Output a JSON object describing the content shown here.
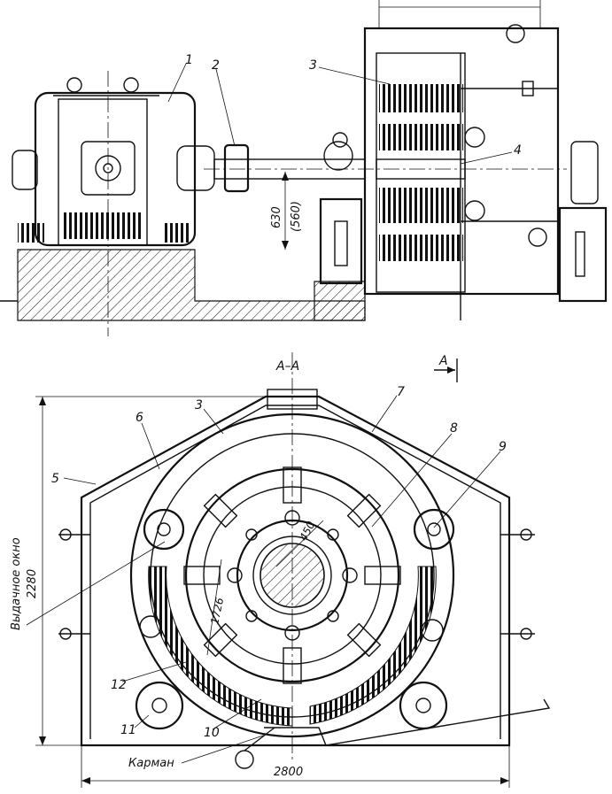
{
  "upper_view": {
    "callouts": [
      "1",
      "2",
      "3",
      "4"
    ],
    "dimension_shaft_height": "630",
    "dimension_shaft_height_alt": "(560)"
  },
  "section_view": {
    "section_title": "А–А",
    "section_arrow_label": "А",
    "callouts": [
      "3",
      "5",
      "6",
      "7",
      "8",
      "9",
      "10",
      "11",
      "12"
    ],
    "dimension_rotor_inner": "450",
    "dimension_rotor_outer": "1726",
    "dimension_height": "2280",
    "dimension_height_label": "Выдачное окно",
    "dimension_width": "2800",
    "pocket_label": "Карман"
  }
}
